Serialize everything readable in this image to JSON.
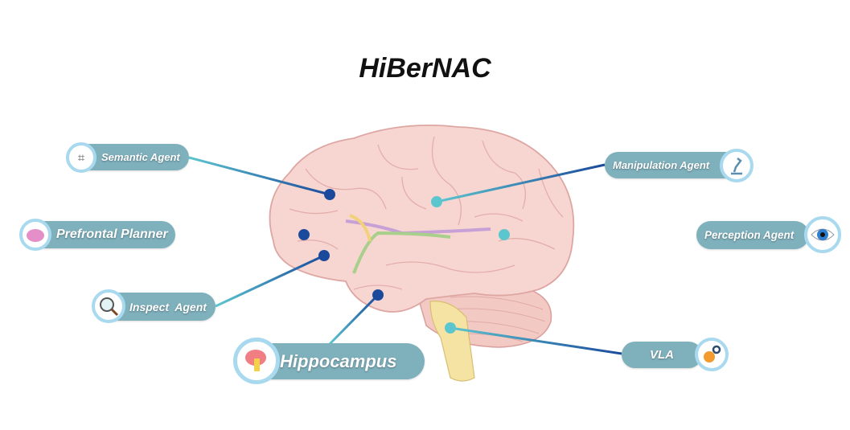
{
  "title": "HiBerNAC",
  "nodes": {
    "semantic": {
      "label": "Semantic Agent",
      "icon": "network-diagram-icon"
    },
    "prefrontal": {
      "label": "Prefrontal Planner",
      "icon": "brain-icon"
    },
    "inspect": {
      "label": "Inspect  Agent",
      "icon": "magnifier-icon"
    },
    "hippocampus": {
      "label": "Hippocampus",
      "icon": "brain-hippocampus-icon"
    },
    "manipulation": {
      "label": "Manipulation Agent",
      "icon": "robot-arm-icon"
    },
    "perception": {
      "label": "Perception Agent",
      "icon": "eye-icon"
    },
    "vla": {
      "label": "VLA",
      "icon": "gears-icon"
    }
  },
  "colors": {
    "pill": "#7fb1bd",
    "ring": "#a9d9ef",
    "dark_dot": "#1b4a9c",
    "light_dot": "#5cc6cf",
    "brain": "#f7d6d2"
  }
}
